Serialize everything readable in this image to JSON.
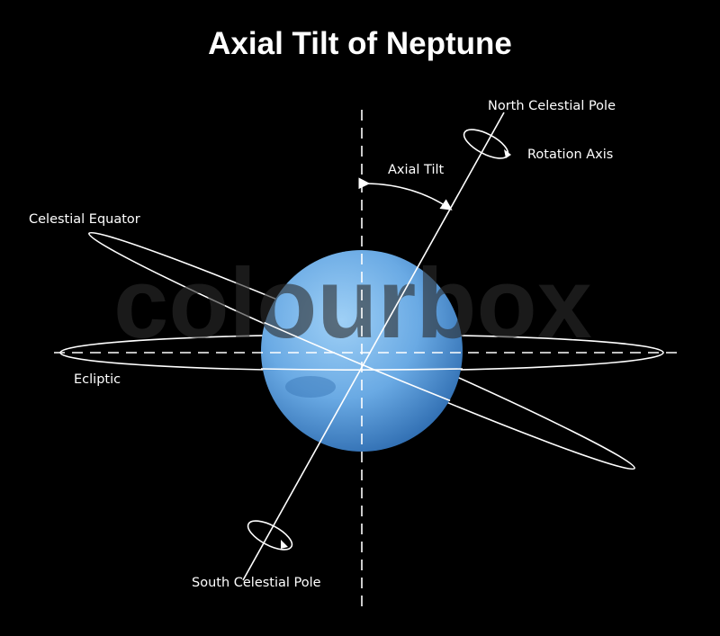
{
  "title": "Axial Tilt of Neptune",
  "labels": {
    "north_pole": "North Celestial Pole",
    "rotation_axis": "Rotation Axis",
    "axial_tilt": "Axial Tilt",
    "celestial_equator": "Celestial Equator",
    "ecliptic": "Ecliptic",
    "south_pole": "South Celestial Pole"
  },
  "watermark": "colourbox",
  "colors": {
    "background": "#000000",
    "planet_light": "#8cc4f0",
    "planet_dark": "#2f6fb0",
    "lines": "#ffffff"
  }
}
